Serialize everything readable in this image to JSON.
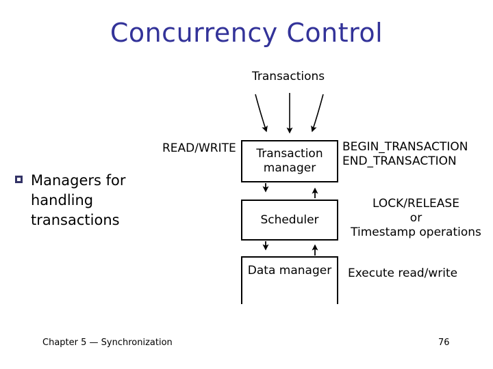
{
  "slide": {
    "title": "Concurrency Control",
    "background_color": "#ffffff",
    "title_color": "#333399"
  },
  "bullets": [
    {
      "marker": "hollow-square",
      "marker_color": "#333366",
      "text": "Managers for handling transactions"
    }
  ],
  "diagram": {
    "top_label": "Transactions",
    "boxes": [
      {
        "id": "transaction-manager",
        "label": "Transaction manager"
      },
      {
        "id": "scheduler",
        "label": "Scheduler"
      },
      {
        "id": "data-manager",
        "label": "Data manager"
      }
    ],
    "side_labels": {
      "left_read_write": "READ/WRITE",
      "right_begin_transaction": "BEGIN_TRANSACTION",
      "right_end_transaction": "END_TRANSACTION",
      "right_lock_release": "LOCK/RELEASE",
      "right_or": "or",
      "right_timestamp_operations": "Timestamp operations",
      "right_execute_read_write": "Execute read/write"
    }
  },
  "footer": {
    "note": "Chapter 5 — Synchronization",
    "page_number": "76"
  }
}
